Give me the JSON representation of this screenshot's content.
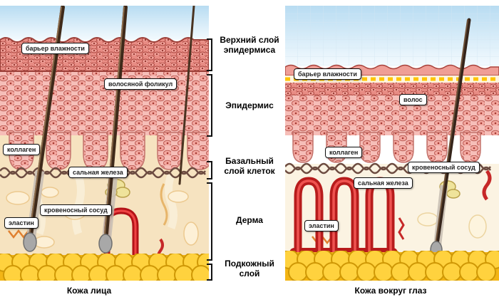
{
  "colors": {
    "sky_blue": "#b8dcf2",
    "epidermis_pink": "#f3a79f",
    "epidermis_dark": "#e88c84",
    "dermis_cream": "#f6e3c0",
    "fat_yellow": "#ffd23e",
    "vessel_red": "#b71c1c",
    "hair_brown": "#3f2a1a",
    "barrier_yellow": "#ffc400"
  },
  "layer_labels": {
    "upper_epidermis": "Верхний слой эпидермиса",
    "epidermis": "Эпидермис",
    "basal_layer": "Базальный слой клеток",
    "dermis": "Дерма",
    "subcutaneous": "Подкожный слой"
  },
  "left_panel": {
    "caption": "Кожа лица",
    "labels": {
      "moisture_barrier": "барьер влажности",
      "hair_follicle": "волосяной фоликул",
      "collagen": "коллаген",
      "sebaceous_gland": "сальная железа",
      "blood_vessel": "кровеносный сосуд",
      "elastin": "эластин"
    }
  },
  "right_panel": {
    "caption": "Кожа вокруг глаз",
    "labels": {
      "moisture_barrier": "барьер влажности",
      "hair": "волос",
      "collagen": "коллаген",
      "blood_vessel": "кровеносный сосуд",
      "sebaceous_gland": "сальная железа",
      "elastin": "эластин"
    }
  }
}
